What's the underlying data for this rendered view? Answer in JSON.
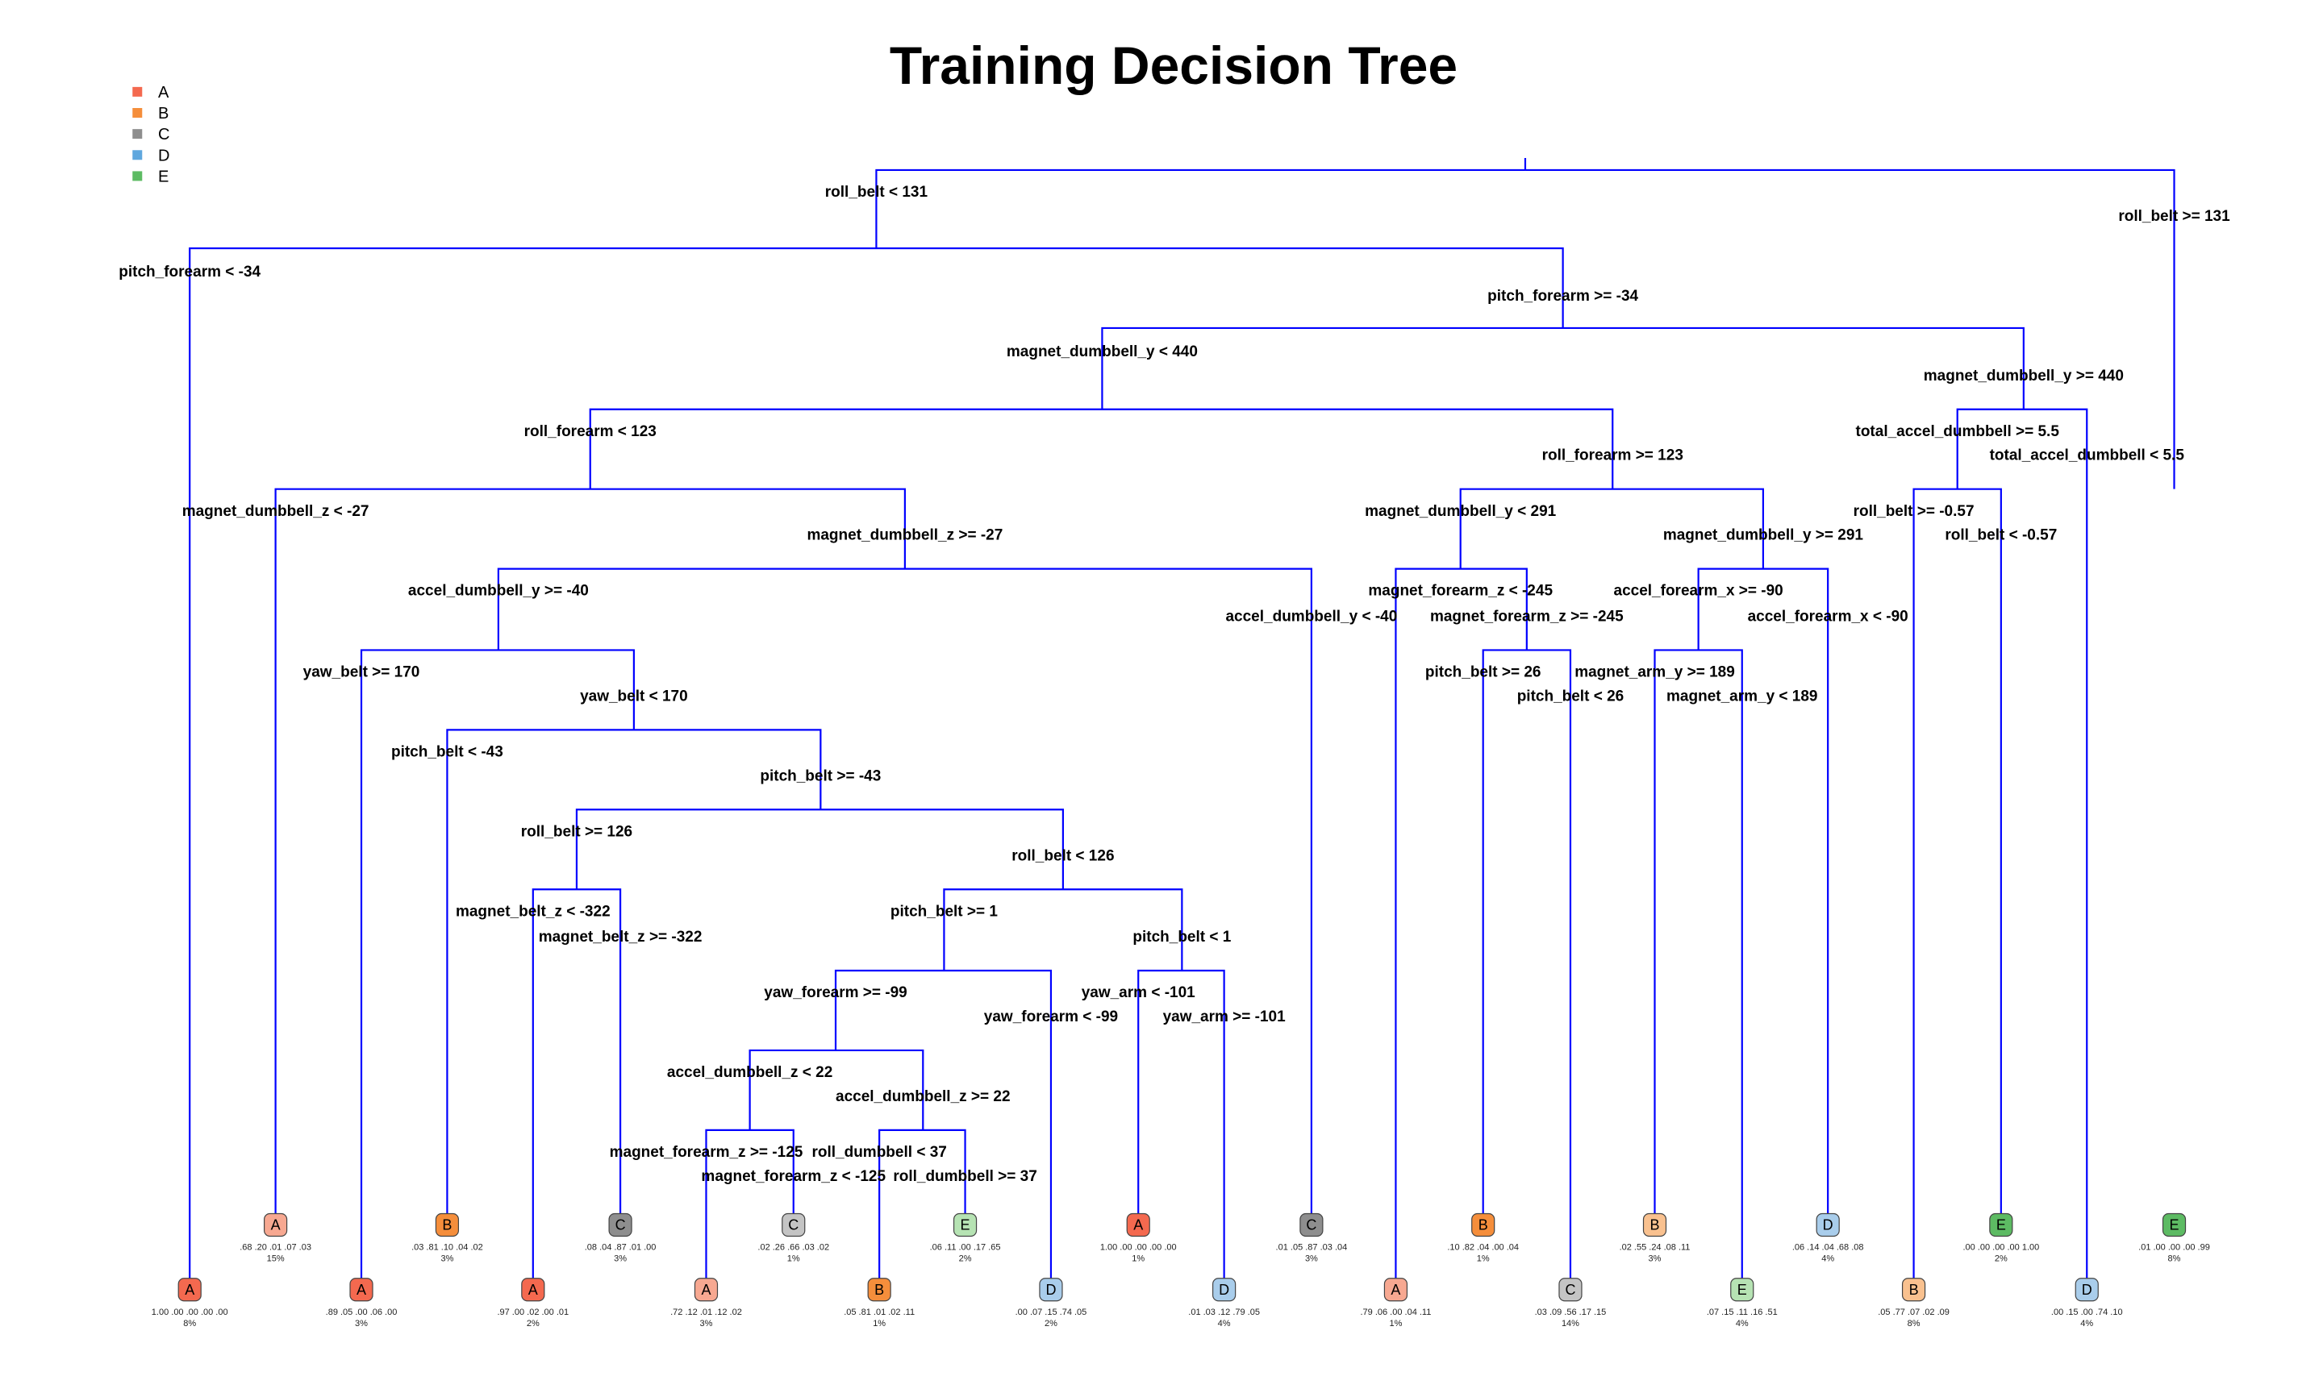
{
  "title": "Training Decision Tree",
  "colors": {
    "edge": "#0000ff",
    "A": "#F4694F",
    "A_light": "#F7A891",
    "B": "#F58E3B",
    "B_light": "#F9C18F",
    "C": "#8E8E8E",
    "C_light": "#C4C4C4",
    "D": "#5FA7DE",
    "D_light": "#A9CDEB",
    "E": "#5DBB63",
    "E_light": "#B6E3B3"
  },
  "legend": [
    {
      "label": "A",
      "color": "#F4694F"
    },
    {
      "label": "B",
      "color": "#F58E3B"
    },
    {
      "label": "C",
      "color": "#8E8E8E"
    },
    {
      "label": "D",
      "color": "#5FA7DE"
    },
    {
      "label": "E",
      "color": "#5DBB63"
    }
  ],
  "split_labels": [
    "roll_belt < 131",
    "roll_belt >= 131",
    "pitch_forearm < -34",
    "pitch_forearm >= -34",
    "magnet_dumbbell_y < 440",
    "magnet_dumbbell_y >= 440",
    "roll_forearm < 123",
    "roll_forearm >= 123",
    "total_accel_dumbbell >= 5.5",
    "total_accel_dumbbell < 5.5",
    "magnet_dumbbell_z < -27",
    "magnet_dumbbell_z >= -27",
    "magnet_dumbbell_y < 291",
    "magnet_dumbbell_y >= 291",
    "roll_belt >= -0.57",
    "roll_belt < -0.57",
    "accel_dumbbell_y >= -40",
    "accel_dumbbell_y < -40",
    "magnet_forearm_z < -245",
    "magnet_forearm_z >= -245",
    "accel_forearm_x >= -90",
    "accel_forearm_x < -90",
    "yaw_belt >= 170",
    "yaw_belt < 170",
    "pitch_belt >= 26",
    "pitch_belt < 26",
    "magnet_arm_y >= 189",
    "magnet_arm_y < 189",
    "pitch_belt < -43",
    "pitch_belt >= -43",
    "roll_belt >= 126",
    "roll_belt < 126",
    "magnet_belt_z < -322",
    "magnet_belt_z >= -322",
    "pitch_belt >= 1",
    "pitch_belt < 1",
    "yaw_forearm >= -99",
    "yaw_forearm < -99",
    "yaw_arm < -101",
    "yaw_arm >= -101",
    "accel_dumbbell_z < 22",
    "accel_dumbbell_z >= 22",
    "magnet_forearm_z >= -125",
    "magnet_forearm_z < -125",
    "roll_dumbbell < 37",
    "roll_dumbbell >= 37"
  ],
  "leaves": [
    {
      "class": "A",
      "probs": "1.00 .00 .00 .00 .00",
      "pct": "8%"
    },
    {
      "class": "A",
      "probs": ".68 .20 .01 .07 .03",
      "pct": "15%"
    },
    {
      "class": "A",
      "probs": ".89 .05 .00 .06 .00",
      "pct": "3%"
    },
    {
      "class": "B",
      "probs": ".03 .81 .10 .04 .02",
      "pct": "3%"
    },
    {
      "class": "A",
      "probs": ".97 .00 .02 .00 .01",
      "pct": "2%"
    },
    {
      "class": "C",
      "probs": ".08 .04 .87 .01 .00",
      "pct": "3%"
    },
    {
      "class": "A",
      "probs": ".72 .12 .01 .12 .02",
      "pct": "3%"
    },
    {
      "class": "C",
      "probs": ".02 .26 .66 .03 .02",
      "pct": "1%"
    },
    {
      "class": "B",
      "probs": ".05 .81 .01 .02 .11",
      "pct": "1%"
    },
    {
      "class": "E",
      "probs": ".06 .11 .00 .17 .65",
      "pct": "2%"
    },
    {
      "class": "D",
      "probs": ".00 .07 .15 .74 .05",
      "pct": "2%"
    },
    {
      "class": "A",
      "probs": "1.00 .00 .00 .00 .00",
      "pct": "1%"
    },
    {
      "class": "D",
      "probs": ".01 .03 .12 .79 .05",
      "pct": "4%"
    },
    {
      "class": "C",
      "probs": ".01 .05 .87 .03 .04",
      "pct": "3%"
    },
    {
      "class": "A",
      "probs": ".79 .06 .00 .04 .11",
      "pct": "1%"
    },
    {
      "class": "B",
      "probs": ".10 .82 .04 .00 .04",
      "pct": "1%"
    },
    {
      "class": "C",
      "probs": ".03 .09 .56 .17 .15",
      "pct": "14%"
    },
    {
      "class": "B",
      "probs": ".02 .55 .24 .08 .11",
      "pct": "3%"
    },
    {
      "class": "E",
      "probs": ".07 .15 .11 .16 .51",
      "pct": "4%"
    },
    {
      "class": "D",
      "probs": ".06 .14 .04 .68 .08",
      "pct": "4%"
    },
    {
      "class": "B",
      "probs": ".05 .77 .07 .02 .09",
      "pct": "8%"
    },
    {
      "class": "E",
      "probs": ".00 .00 .00 .00 1.00",
      "pct": "2%"
    },
    {
      "class": "D",
      "probs": ".00 .15 .00 .74 .10",
      "pct": "4%"
    },
    {
      "class": "E",
      "probs": ".01 .00 .00 .00 .99",
      "pct": "8%"
    }
  ]
}
